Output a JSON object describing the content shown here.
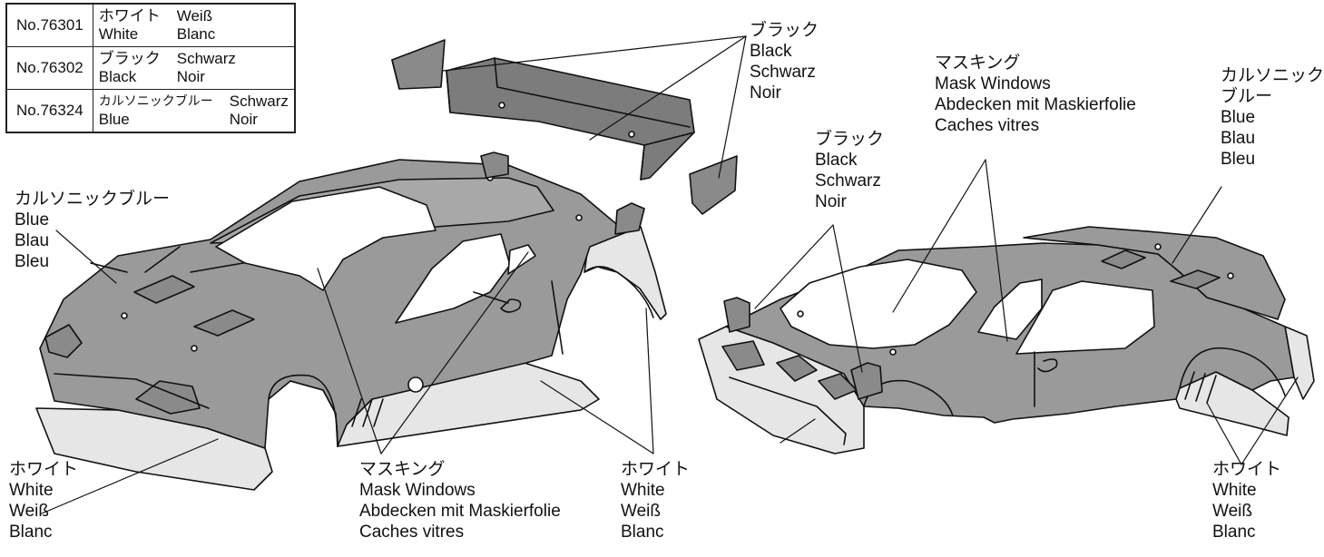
{
  "table": {
    "rows": [
      {
        "no": "No.76301",
        "a": [
          "ホワイト",
          "White"
        ],
        "b": [
          "Weiß",
          "Blanc"
        ]
      },
      {
        "no": "No.76302",
        "a": [
          "ブラック",
          "Black"
        ],
        "b": [
          "Schwarz",
          "Noir"
        ]
      },
      {
        "no": "No.76324",
        "a": [
          "カルソニックブルー",
          "Blue"
        ],
        "b": [
          "Schwarz",
          "Noir"
        ]
      }
    ]
  },
  "labels": {
    "black_top": [
      "ブラック",
      "Black",
      "Schwarz",
      "Noir"
    ],
    "mask_top": [
      "マスキング",
      "Mask Windows",
      "Abdecken mit Maskierfolie",
      "Caches vitres"
    ],
    "blue_right": [
      "カルソニック",
      "ブルー",
      "Blue",
      "Blau",
      "Bleu"
    ],
    "black_mid": [
      "ブラック",
      "Black",
      "Schwarz",
      "Noir"
    ],
    "blue_left": [
      "カルソニックブルー",
      "Blue",
      "Blau",
      "Bleu"
    ],
    "white_left": [
      "ホワイト",
      "White",
      "Weiß",
      "Blanc"
    ],
    "mask_bottom": [
      "マスキング",
      "Mask Windows",
      "Abdecken mit Maskierfolie",
      "Caches vitres"
    ],
    "white_center": [
      "ホワイト",
      "White",
      "Weiß",
      "Blanc"
    ],
    "white_right": [
      "ホワイト",
      "White",
      "Weiß",
      "Blanc"
    ]
  },
  "colors": {
    "body_gray": "#9a9a9a",
    "dark_gray": "#7c7c7c",
    "white_part": "#e4e4e4",
    "window": "#ffffff",
    "outline": "#111111"
  }
}
